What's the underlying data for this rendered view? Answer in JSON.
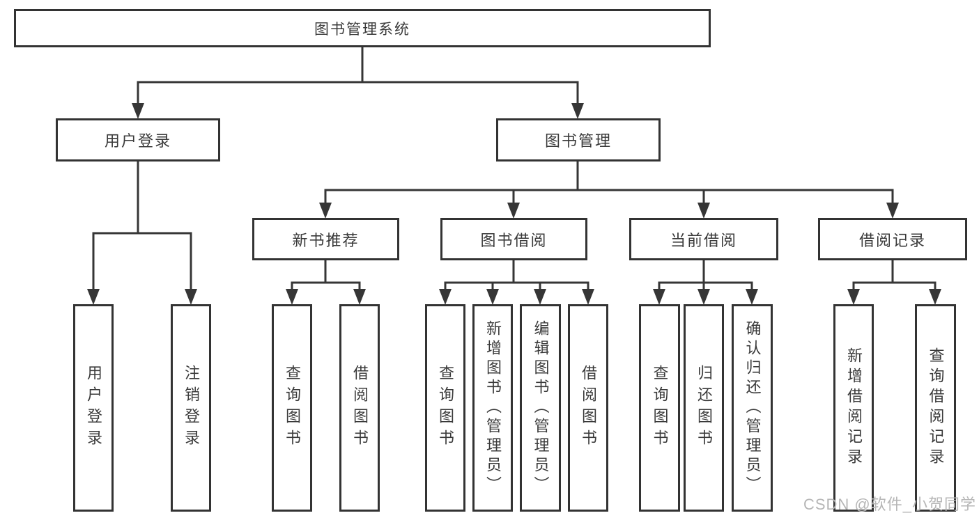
{
  "diagram": {
    "root": {
      "label": "图书管理系统"
    },
    "branches": [
      {
        "label": "用户登录",
        "children": [
          {
            "label": "用户登录"
          },
          {
            "label": "注销登录"
          }
        ]
      },
      {
        "label": "图书管理",
        "children": [
          {
            "label": "新书推荐",
            "children": [
              {
                "label": "查询图书"
              },
              {
                "label": "借阅图书"
              }
            ]
          },
          {
            "label": "图书借阅",
            "children": [
              {
                "label": "查询图书"
              },
              {
                "label": "新增图书（管理员）"
              },
              {
                "label": "编辑图书（管理员）"
              },
              {
                "label": "借阅图书"
              }
            ]
          },
          {
            "label": "当前借阅",
            "children": [
              {
                "label": "查询图书"
              },
              {
                "label": "归还图书"
              },
              {
                "label": "确认归还（管理员）"
              }
            ]
          },
          {
            "label": "借阅记录",
            "children": [
              {
                "label": "新增借阅记录"
              },
              {
                "label": "查询借阅记录"
              }
            ]
          }
        ]
      }
    ]
  },
  "watermark": "CSDN @软件_小贺同学",
  "colors": {
    "line": "#363636",
    "box_border": "#333333",
    "text": "#3a3a3a",
    "watermark": "#b6b6b6",
    "background": "#ffffff"
  }
}
